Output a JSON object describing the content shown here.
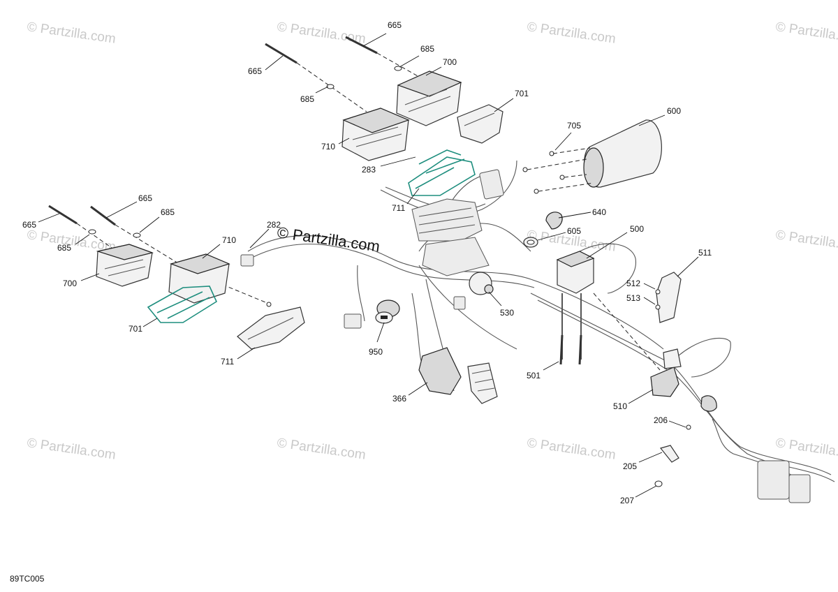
{
  "diagram": {
    "code": "89TC005",
    "watermark_text": "© Partzilla.com",
    "watermark_main": "© Partzilla.com"
  },
  "callouts": [
    {
      "id": "c665a",
      "text": "665"
    },
    {
      "id": "c665b",
      "text": "665"
    },
    {
      "id": "c685a",
      "text": "685"
    },
    {
      "id": "c685b",
      "text": "685"
    },
    {
      "id": "c700a",
      "text": "700"
    },
    {
      "id": "c701a",
      "text": "701"
    },
    {
      "id": "c710a",
      "text": "710"
    },
    {
      "id": "c283",
      "text": "283"
    },
    {
      "id": "c711a",
      "text": "711"
    },
    {
      "id": "c705",
      "text": "705"
    },
    {
      "id": "c600",
      "text": "600"
    },
    {
      "id": "c640",
      "text": "640"
    },
    {
      "id": "c605",
      "text": "605"
    },
    {
      "id": "c500",
      "text": "500"
    },
    {
      "id": "c511",
      "text": "511"
    },
    {
      "id": "c512",
      "text": "512"
    },
    {
      "id": "c513",
      "text": "513"
    },
    {
      "id": "c530",
      "text": "530"
    },
    {
      "id": "c950",
      "text": "950"
    },
    {
      "id": "c501",
      "text": "501"
    },
    {
      "id": "c366",
      "text": "366"
    },
    {
      "id": "c510",
      "text": "510"
    },
    {
      "id": "c206",
      "text": "206"
    },
    {
      "id": "c205",
      "text": "205"
    },
    {
      "id": "c207",
      "text": "207"
    },
    {
      "id": "c665c",
      "text": "665"
    },
    {
      "id": "c665d",
      "text": "665"
    },
    {
      "id": "c685c",
      "text": "685"
    },
    {
      "id": "c685d",
      "text": "685"
    },
    {
      "id": "c710b",
      "text": "710"
    },
    {
      "id": "c700b",
      "text": "700"
    },
    {
      "id": "c701b",
      "text": "701"
    },
    {
      "id": "c711b",
      "text": "711"
    },
    {
      "id": "c282",
      "text": "282"
    }
  ]
}
